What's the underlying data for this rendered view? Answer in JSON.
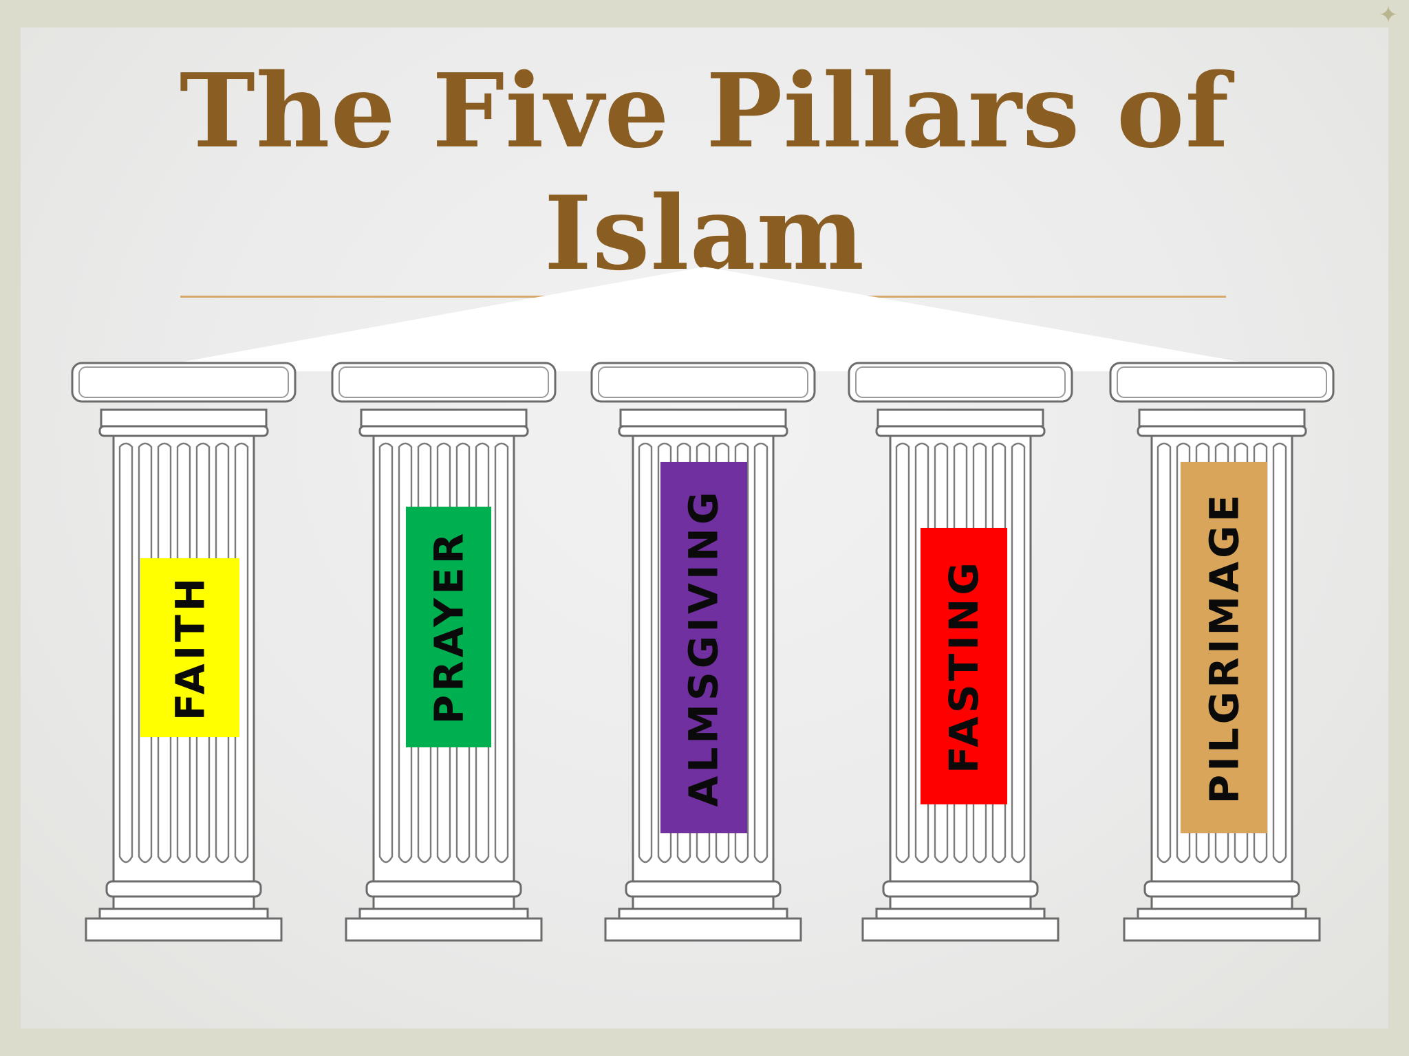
{
  "slide": {
    "title_line1": "The Five Pillars of",
    "title_line2": "Islam",
    "corner_icon": "four-point-star-icon",
    "colors": {
      "title": "#8a5e22",
      "rule": "#d6a96a",
      "roof": "#ffffff",
      "column": "#ffffff"
    },
    "pillars": [
      {
        "label": "FAITH",
        "color": "#ffff00"
      },
      {
        "label": "PRAYER",
        "color": "#00b050"
      },
      {
        "label": "ALMSGIVING",
        "color": "#7030a0"
      },
      {
        "label": "FASTING",
        "color": "#ff0000"
      },
      {
        "label": "PILGRIMAGE",
        "color": "#d9a55b"
      }
    ]
  }
}
